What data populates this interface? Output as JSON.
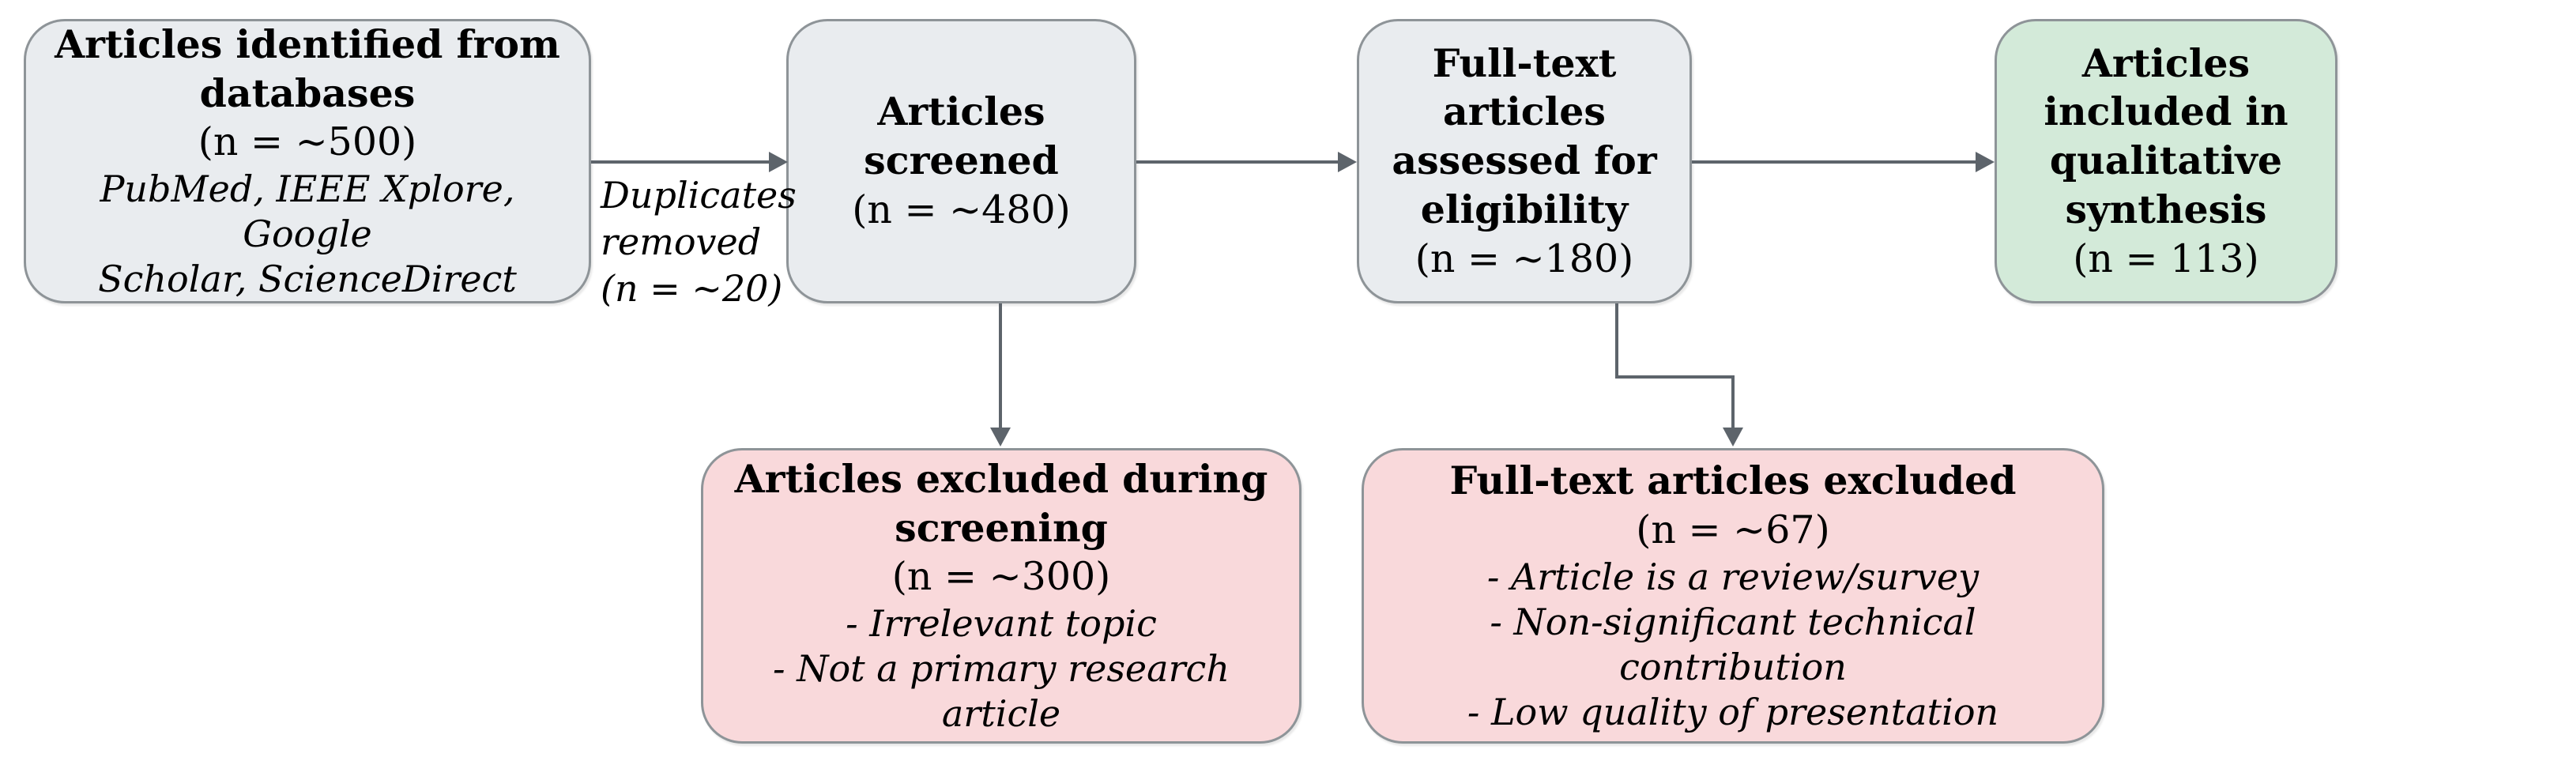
{
  "figure": {
    "type": "prisma-flow-diagram",
    "boxes": {
      "identified": {
        "title_line1": "Articles identified from",
        "title_line2": "databases",
        "count": "(n = ~500)",
        "note_line1": "PubMed, IEEE Xplore, Google",
        "note_line2": "Scholar, ScienceDirect"
      },
      "screened": {
        "title_line1": "Articles screened",
        "count": "(n = ~480)"
      },
      "fulltext": {
        "title_line1": "Full-text articles",
        "title_line2": "assessed for eligibility",
        "count": "(n = ~180)"
      },
      "included": {
        "title_line1": "Articles included in",
        "title_line2": "qualitative synthesis",
        "count": "(n = 113)"
      },
      "excluded_screening": {
        "title_line1": "Articles excluded during",
        "title_line2": "screening",
        "count": "(n = ~300)",
        "note_line1": "- Irrelevant topic",
        "note_line2": "- Not a primary research article"
      },
      "excluded_fulltext": {
        "title_line1": "Full-text articles excluded",
        "count": "(n = ~67)",
        "note_line1": "- Article is a review/survey",
        "note_line2": "- Non-significant technical contribution",
        "note_line3": "- Low quality of presentation"
      }
    },
    "edge_label": {
      "line1": "Duplicates",
      "line2": "removed",
      "line3": "(n = ~20)"
    },
    "colors": {
      "process_fill": "#e9ecef",
      "included_fill": "#d3ead9",
      "excluded_fill": "#f9d9db",
      "box_border": "#8e9498",
      "arrow": "#5d646b",
      "text": "#000000"
    }
  }
}
